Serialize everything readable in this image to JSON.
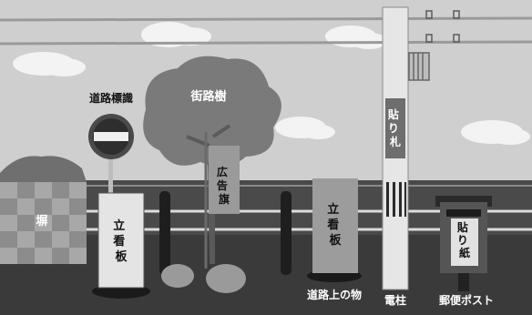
{
  "labels": {
    "road_sign": "道路標識",
    "roadside_tree": "街路樹",
    "fence": "塀",
    "standing_sign_left": "立看板",
    "banner": "広告旗",
    "standing_sign_right": "立看板",
    "road_object": "道路上の物",
    "pole_bill": "貼り札",
    "utility_pole": "電柱",
    "posted_paper": "貼り紙",
    "mailbox": "郵便ポスト"
  },
  "colors": {
    "sky": "#c9c9c9",
    "cloud": "#f2f2f2",
    "ground": "#3a3a3a",
    "sign_face": "#e6e6e6"
  }
}
